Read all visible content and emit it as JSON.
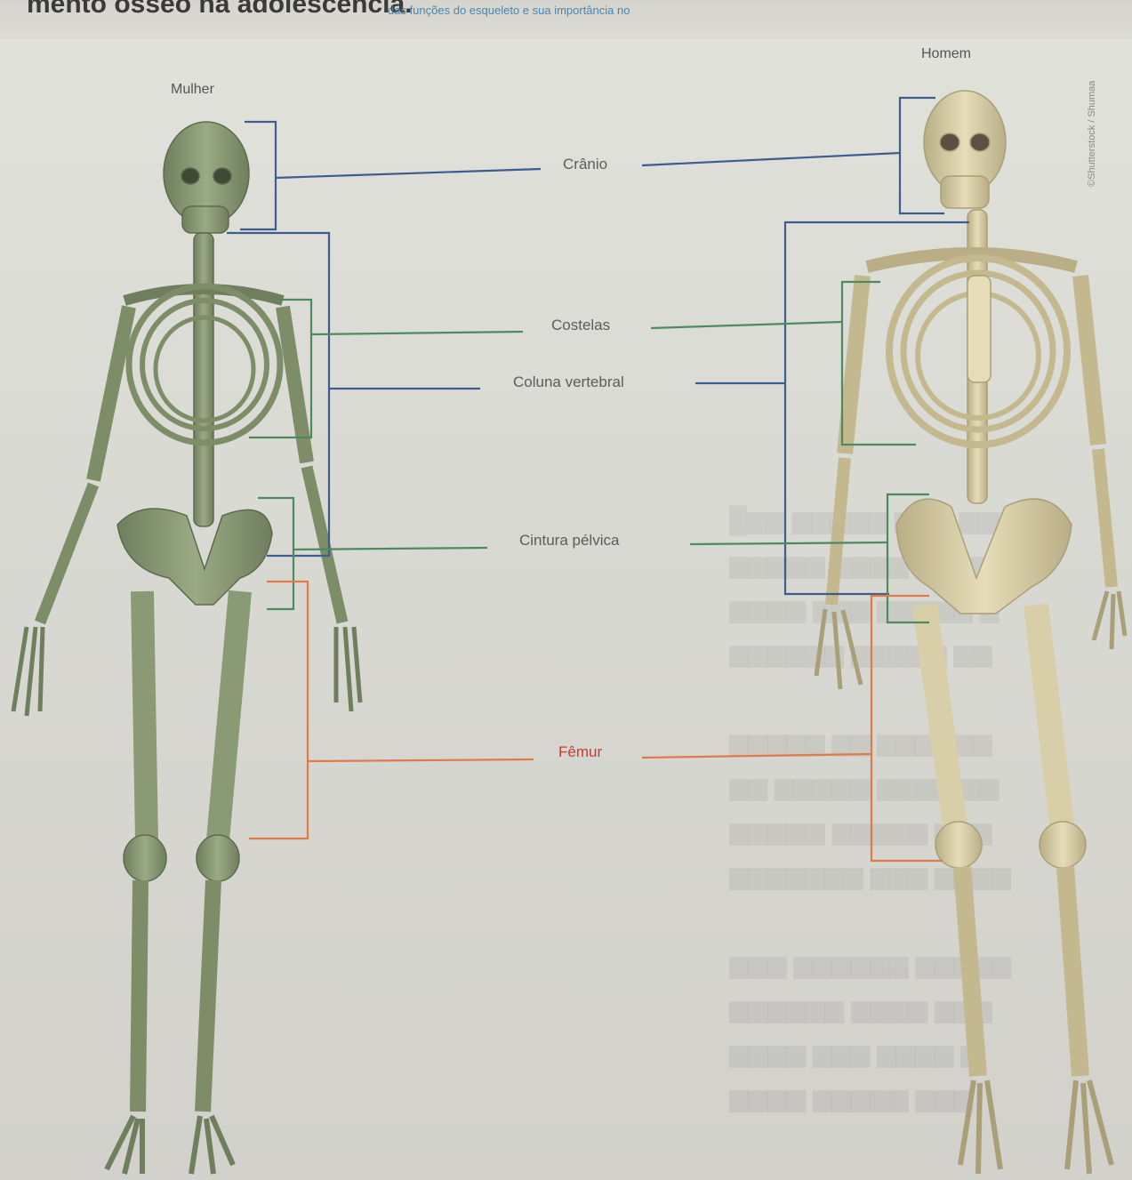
{
  "header": {
    "title_fragment": "mento ósseo na adolescência.",
    "note_fragment": "das funções do esqueleto e sua importância no"
  },
  "credit": "©Shutterstock / Shumaa",
  "figures": {
    "left_label": "Mulher",
    "right_label": "Homem"
  },
  "parts": {
    "cranio": "Crânio",
    "costelas": "Costelas",
    "coluna": "Coluna vertebral",
    "cintura": "Cintura pélvica",
    "femur": "Fêmur"
  },
  "colors": {
    "blue_line": "#3d5e8c",
    "green_line": "#4e8a5e",
    "orange_line": "#e07a4a",
    "femur_text": "#c43d2e",
    "female_bone": "#8a9a74",
    "male_bone": "#d8cfa8"
  }
}
